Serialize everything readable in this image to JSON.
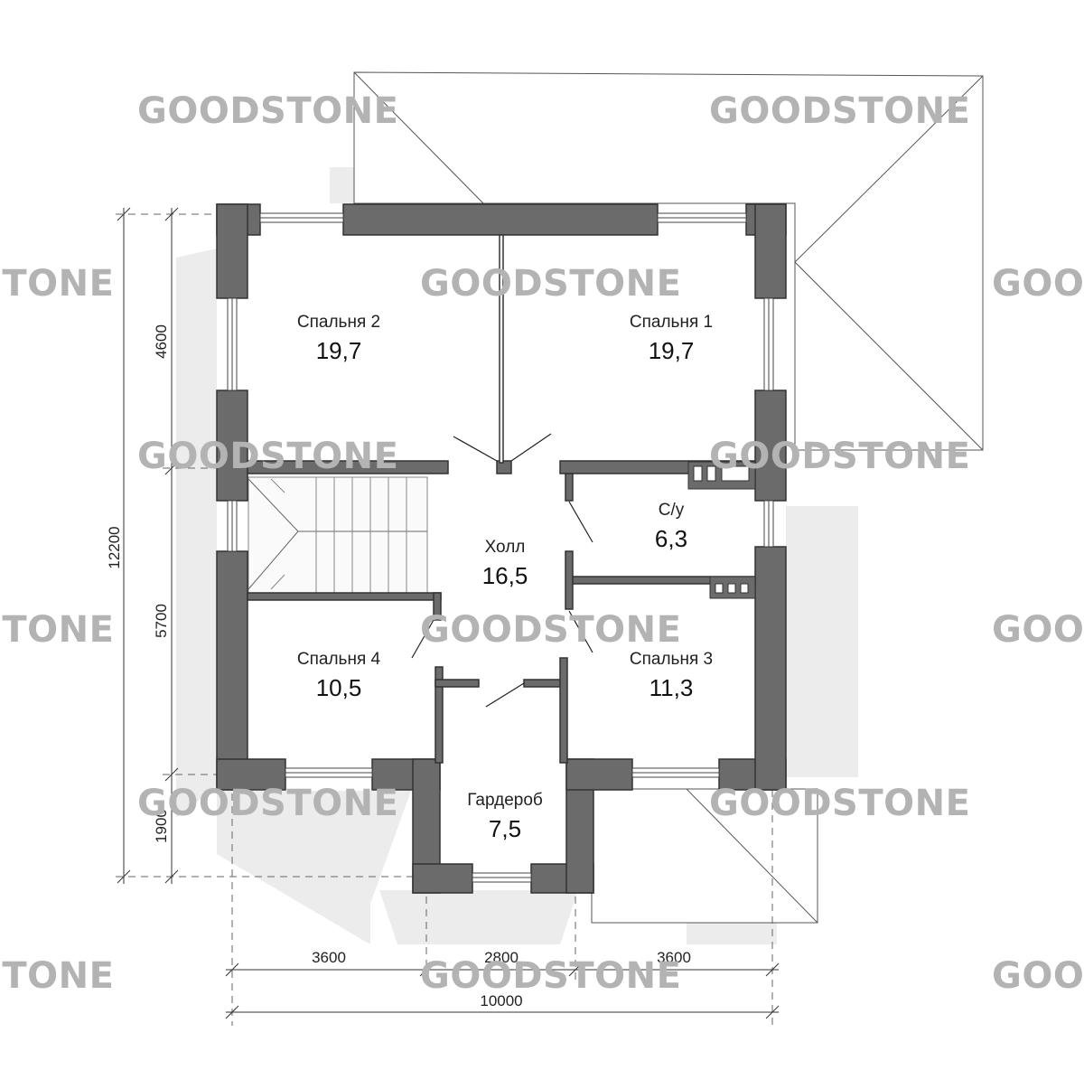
{
  "plan": {
    "rooms": {
      "bedroom2": {
        "name": "Спальня 2",
        "area": "19,7"
      },
      "bedroom1": {
        "name": "Спальня 1",
        "area": "19,7"
      },
      "bathroom": {
        "name": "С/у",
        "area": "6,3"
      },
      "hall": {
        "name": "Холл",
        "area": "16,5"
      },
      "bedroom4": {
        "name": "Спальня 4",
        "area": "10,5"
      },
      "bedroom3": {
        "name": "Спальня 3",
        "area": "11,3"
      },
      "wardrobe": {
        "name": "Гардероб",
        "area": "7,5"
      }
    },
    "dimensions": {
      "vertical_total": "12200",
      "vertical_top": "4600",
      "vertical_middle": "5700",
      "vertical_bottom": "1900",
      "horizontal_left": "3600",
      "horizontal_middle": "2800",
      "horizontal_right": "3600",
      "horizontal_total": "10000"
    },
    "watermark": "GOODSTONE",
    "colors": {
      "wall": "#6b6b6b",
      "wall_stroke": "#333333",
      "shadow": "#e6e6e6",
      "watermark": "#b3b3b3"
    }
  }
}
